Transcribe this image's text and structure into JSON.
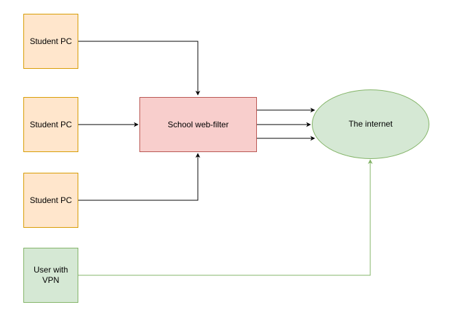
{
  "nodes": {
    "student_pc_1": {
      "label": "Student PC"
    },
    "student_pc_2": {
      "label": "Student PC"
    },
    "student_pc_3": {
      "label": "Student PC"
    },
    "user_vpn": {
      "label": "User with\nVPN"
    },
    "web_filter": {
      "label": "School web-filter"
    },
    "internet": {
      "label": "The internet"
    }
  },
  "colors": {
    "student_fill": "#ffe6cc",
    "student_border": "#d79b00",
    "filter_fill": "#f8cecc",
    "filter_border": "#b85450",
    "internet_fill": "#d5e8d4",
    "internet_border": "#82b366",
    "vpn_fill": "#d5e8d4",
    "vpn_border": "#82b366",
    "edge_default": "#000000",
    "edge_vpn": "#82b366"
  }
}
